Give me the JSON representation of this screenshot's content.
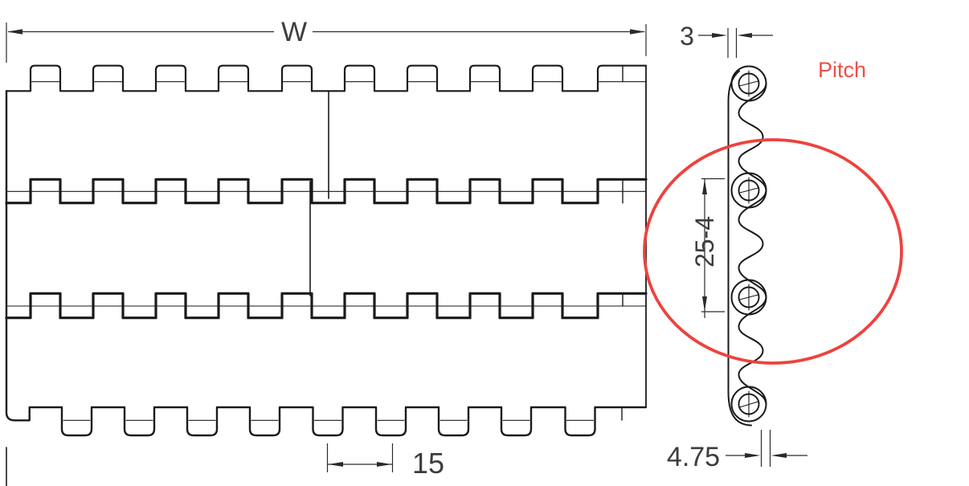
{
  "drawing": {
    "dimensions": {
      "belt_width_label": "W",
      "plate_thickness": "3",
      "pitch_value": "25-4",
      "pin_diameter": "4.75",
      "tab_pitch": "15"
    },
    "annotations": {
      "pitch_label": "Pitch"
    },
    "colors": {
      "line": "#1a1a1a",
      "dim_line": "#2a2a2a",
      "dim_text": "#3d3d3d",
      "accent_red": "#f14d49",
      "ellipse_red": "#ee423e",
      "background": "#ffffff"
    }
  }
}
